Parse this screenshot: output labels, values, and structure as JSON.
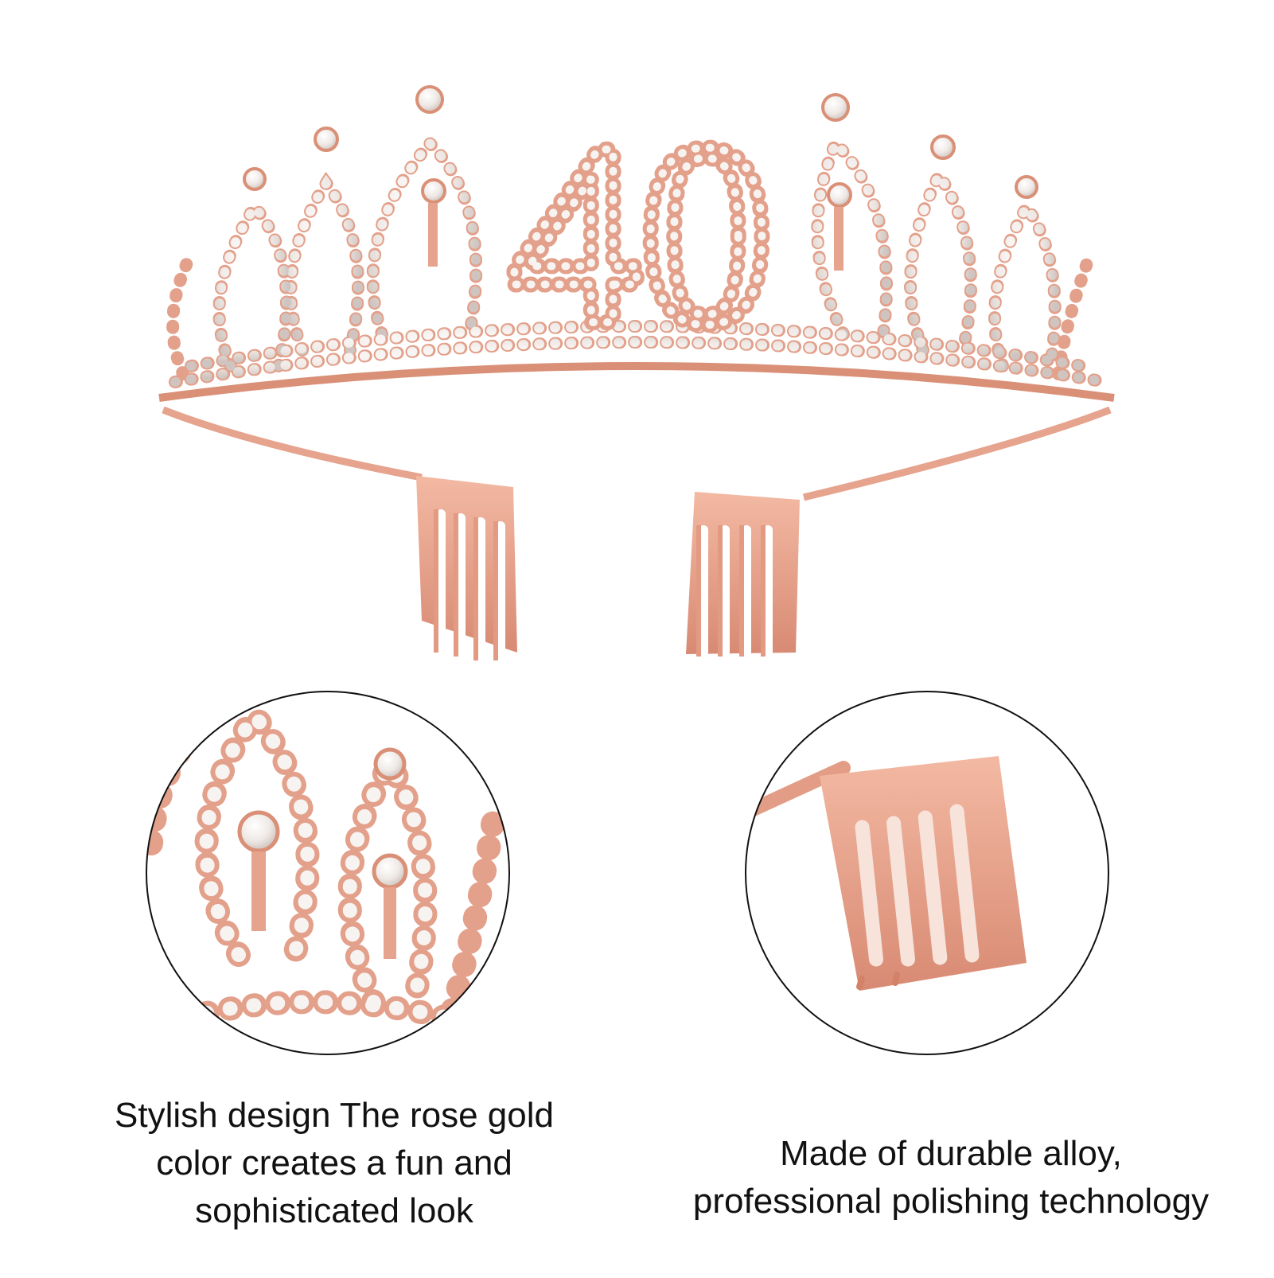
{
  "product": {
    "number_on_tiara": "40",
    "metal_color": "#E7A38C",
    "metal_shadow": "#C77C66",
    "stone_color": "#F4F1EF",
    "outline_color": "#111111"
  },
  "details": {
    "left": {
      "icon": "tiara-closeup-icon",
      "caption": "Stylish design The rose gold\ncolor creates a fun and\nsophisticated look"
    },
    "right": {
      "icon": "comb-closeup-icon",
      "caption": "Made of durable alloy,\nprofessional polishing technology"
    }
  }
}
